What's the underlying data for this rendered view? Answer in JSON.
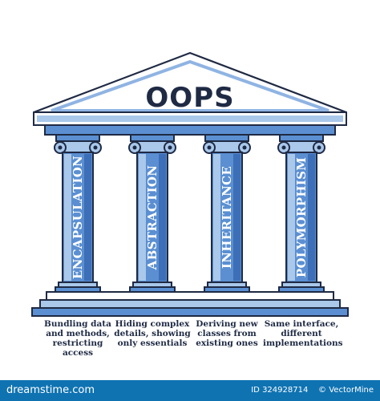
{
  "diagram": {
    "title": "OOPS",
    "pillars": [
      {
        "label": "Encapsulation",
        "description": [
          "Bundling data",
          "and methods,",
          "restricting",
          "access"
        ]
      },
      {
        "label": "Abstraction",
        "description": [
          "Hiding complex",
          "details, showing",
          "only essentials"
        ]
      },
      {
        "label": "Inheritance",
        "description": [
          "Deriving new",
          "classes from",
          "existing ones"
        ]
      },
      {
        "label": "Polymorphism",
        "description": [
          "Same interface,",
          "different",
          "implementations"
        ]
      }
    ],
    "colors": {
      "pillar_light": "#a9c8ea",
      "pillar_dark": "#3d6fb8",
      "pillar_mid": "#5b8fd1",
      "outline": "#1f2a44",
      "roof_fill": "#ffffff",
      "roof_band": "#8fb4e3"
    }
  },
  "footer": {
    "brand": "dreamstime.com",
    "id_text": "ID 324928714",
    "copyright": "© VectorMine"
  }
}
